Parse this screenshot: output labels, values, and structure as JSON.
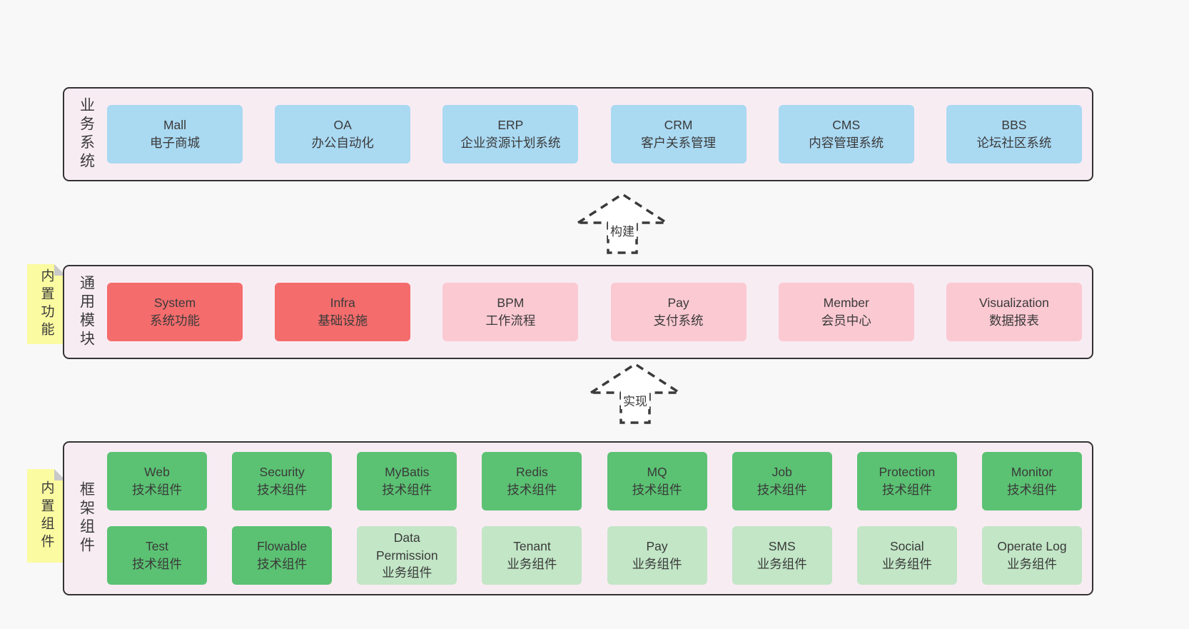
{
  "colors": {
    "page_bg": "#f8f8f8",
    "panel_bg": "#f8ecf3",
    "panel_border": "#333333",
    "blue_box": "#aad9f2",
    "red_box": "#f56c6c",
    "pink_box": "#fbc9d2",
    "green_box": "#5bc273",
    "light_green_box": "#c2e6c6",
    "note_yellow": "#fbfba1",
    "note_fold_gray": "#c9c9c9",
    "text": "#3a3a3a"
  },
  "layers": [
    {
      "label": "业务系统",
      "boxes": [
        {
          "name": "Mall",
          "sub": "电子商城",
          "type": "blue"
        },
        {
          "name": "OA",
          "sub": "办公自动化",
          "type": "blue"
        },
        {
          "name": "ERP",
          "sub": "企业资源计划系统",
          "type": "blue"
        },
        {
          "name": "CRM",
          "sub": "客户关系管理",
          "type": "blue"
        },
        {
          "name": "CMS",
          "sub": "内容管理系统",
          "type": "blue"
        },
        {
          "name": "BBS",
          "sub": "论坛社区系统",
          "type": "blue"
        }
      ]
    },
    {
      "label": "通用模块",
      "note": "内置功能",
      "boxes": [
        {
          "name": "System",
          "sub": "系统功能",
          "type": "red"
        },
        {
          "name": "Infra",
          "sub": "基础设施",
          "type": "red"
        },
        {
          "name": "BPM",
          "sub": "工作流程",
          "type": "pink"
        },
        {
          "name": "Pay",
          "sub": "支付系统",
          "type": "pink"
        },
        {
          "name": "Member",
          "sub": "会员中心",
          "type": "pink"
        },
        {
          "name": "Visualization",
          "sub": "数据报表",
          "type": "pink"
        }
      ]
    },
    {
      "label": "框架组件",
      "note": "内置组件",
      "rows": [
        [
          {
            "name": "Web",
            "sub": "技术组件",
            "type": "green"
          },
          {
            "name": "Security",
            "sub": "技术组件",
            "type": "green"
          },
          {
            "name": "MyBatis",
            "sub": "技术组件",
            "type": "green"
          },
          {
            "name": "Redis",
            "sub": "技术组件",
            "type": "green"
          },
          {
            "name": "MQ",
            "sub": "技术组件",
            "type": "green"
          },
          {
            "name": "Job",
            "sub": "技术组件",
            "type": "green"
          },
          {
            "name": "Protection",
            "sub": "技术组件",
            "type": "green"
          },
          {
            "name": "Monitor",
            "sub": "技术组件",
            "type": "green"
          }
        ],
        [
          {
            "name": "Test",
            "sub": "技术组件",
            "type": "green"
          },
          {
            "name": "Flowable",
            "sub": "技术组件",
            "type": "green"
          },
          {
            "name": "Data Permission",
            "sub": "业务组件",
            "type": "green-light"
          },
          {
            "name": "Tenant",
            "sub": "业务组件",
            "type": "green-light"
          },
          {
            "name": "Pay",
            "sub": "业务组件",
            "type": "green-light"
          },
          {
            "name": "SMS",
            "sub": "业务组件",
            "type": "green-light"
          },
          {
            "name": "Social",
            "sub": "业务组件",
            "type": "green-light"
          },
          {
            "name": "Operate Log",
            "sub": "业务组件",
            "type": "green-light"
          }
        ]
      ]
    }
  ],
  "arrows": [
    {
      "label": "构建"
    },
    {
      "label": "实现"
    }
  ]
}
